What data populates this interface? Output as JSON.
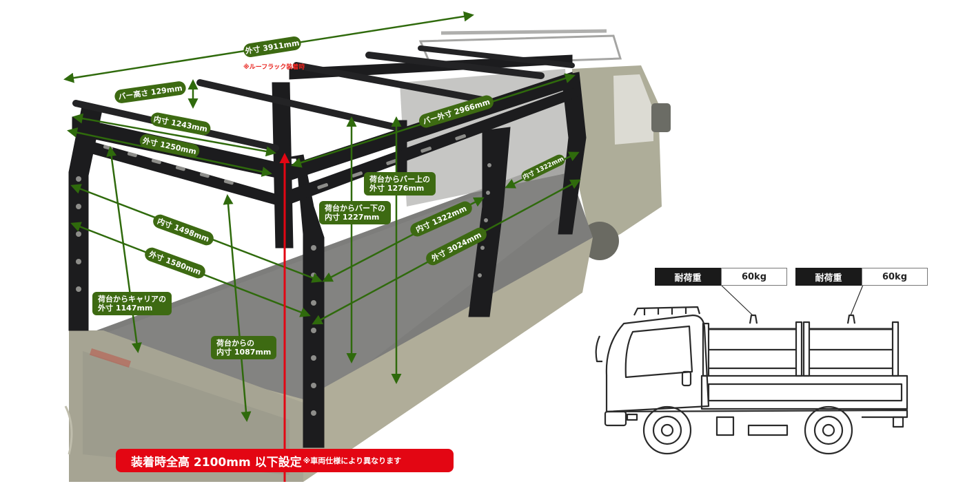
{
  "dimensions": {
    "outer_length": "外寸 3911mm",
    "roof_rack_note": "※ルーフラック装着時",
    "bar_height": "バー高さ 129mm",
    "inner_1243": "内寸 1243mm",
    "outer_1250": "外寸 1250mm",
    "bar_outer_2966": "バー外寸 2966mm",
    "inner_1322_top": "内寸 1322mm",
    "bed_to_bar_top_line1": "荷台からバー上の",
    "bed_to_bar_top_line2": "外寸 1276mm",
    "bed_to_bar_bottom_line1": "荷台からバー下の",
    "bed_to_bar_bottom_line2": "内寸 1227mm",
    "inner_1322_mid": "内寸 1322mm",
    "inner_1498": "内寸 1498mm",
    "outer_3024": "外寸 3024mm",
    "outer_1580": "外寸 1580mm",
    "bed_to_carrier_line1": "荷台からキャリアの",
    "bed_to_carrier_line2": "外寸 1147mm",
    "bed_inner_line1": "荷台からの",
    "bed_inner_line2": "内寸 1087mm"
  },
  "banner": {
    "main": "装着時全高 2100mm 以下設定",
    "sub": "※車両仕様により異なります"
  },
  "load_badges": [
    {
      "key": "耐荷重",
      "value": "60kg"
    },
    {
      "key": "耐荷重",
      "value": "60kg"
    }
  ],
  "colors": {
    "dimension_green": "#3d6a12",
    "arrow_green": "#2f6a0c",
    "height_red": "#e30613",
    "note_red": "#e8231d",
    "rack_black": "#1c1c1e",
    "truck_olive": "#a9a78f"
  }
}
